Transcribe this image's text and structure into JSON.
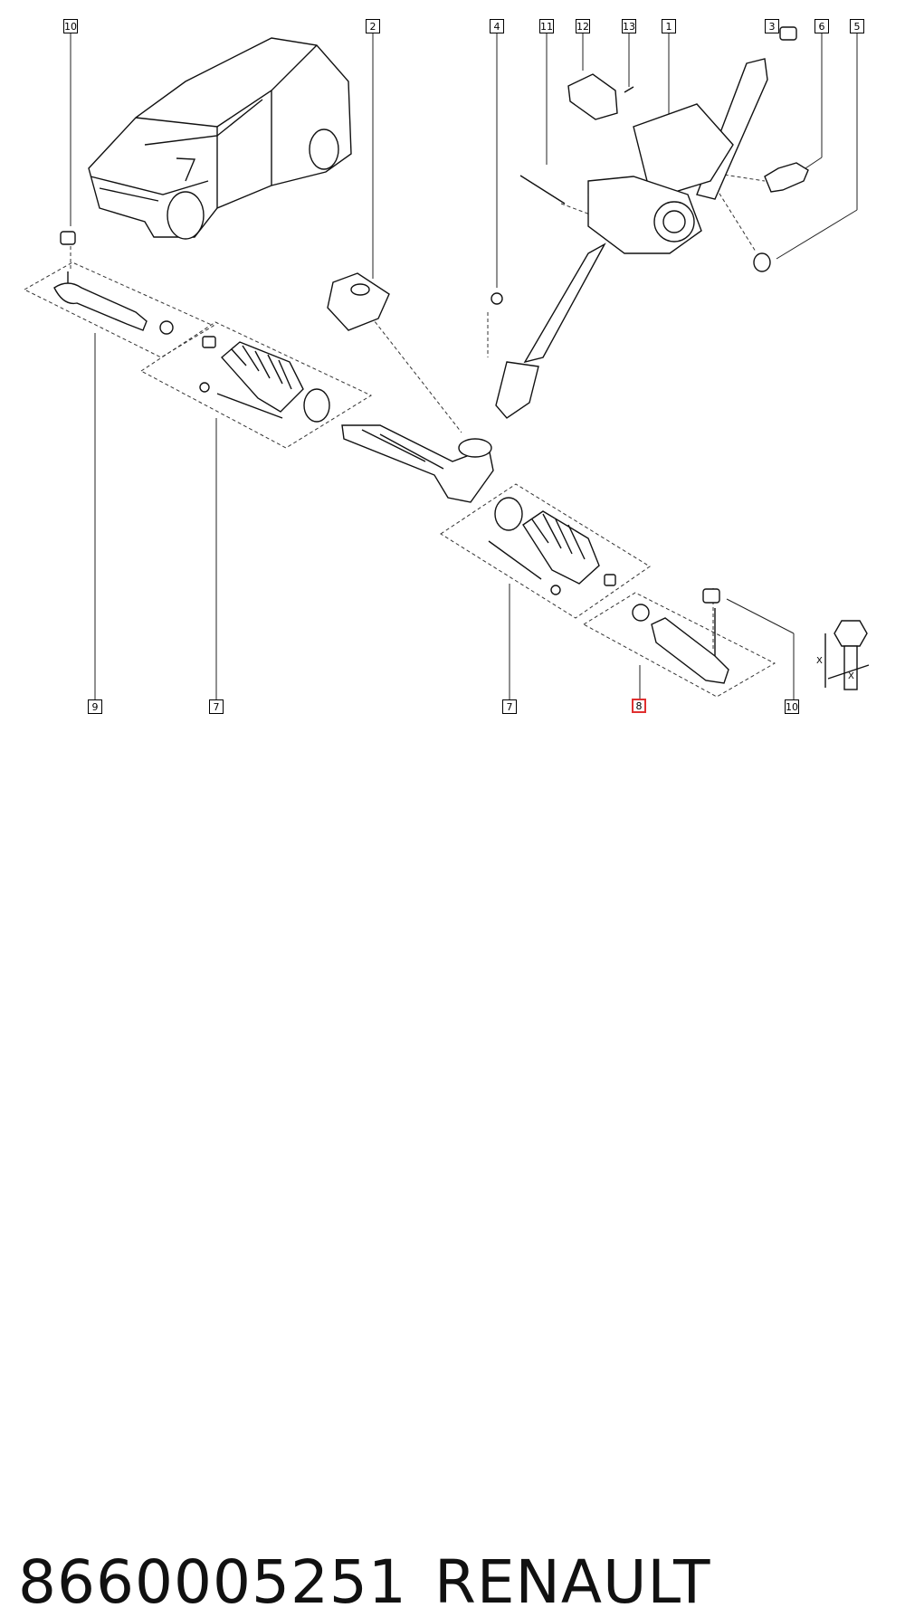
{
  "callouts": {
    "c10_left": "10",
    "c2": "2",
    "c4": "4",
    "c11": "11",
    "c12": "12",
    "c13": "13",
    "c1": "1",
    "c3": "3",
    "c6": "6",
    "c5": "5",
    "c9": "9",
    "c7_left": "7",
    "c7_right": "7",
    "c8": "8",
    "c10_right": "10"
  },
  "dimension_labels": {
    "x_vertical": "X",
    "x_horizontal": "X"
  },
  "caption": {
    "part_number": "8660005251",
    "brand": "RENAULT"
  },
  "highlight_color": "#e03030"
}
